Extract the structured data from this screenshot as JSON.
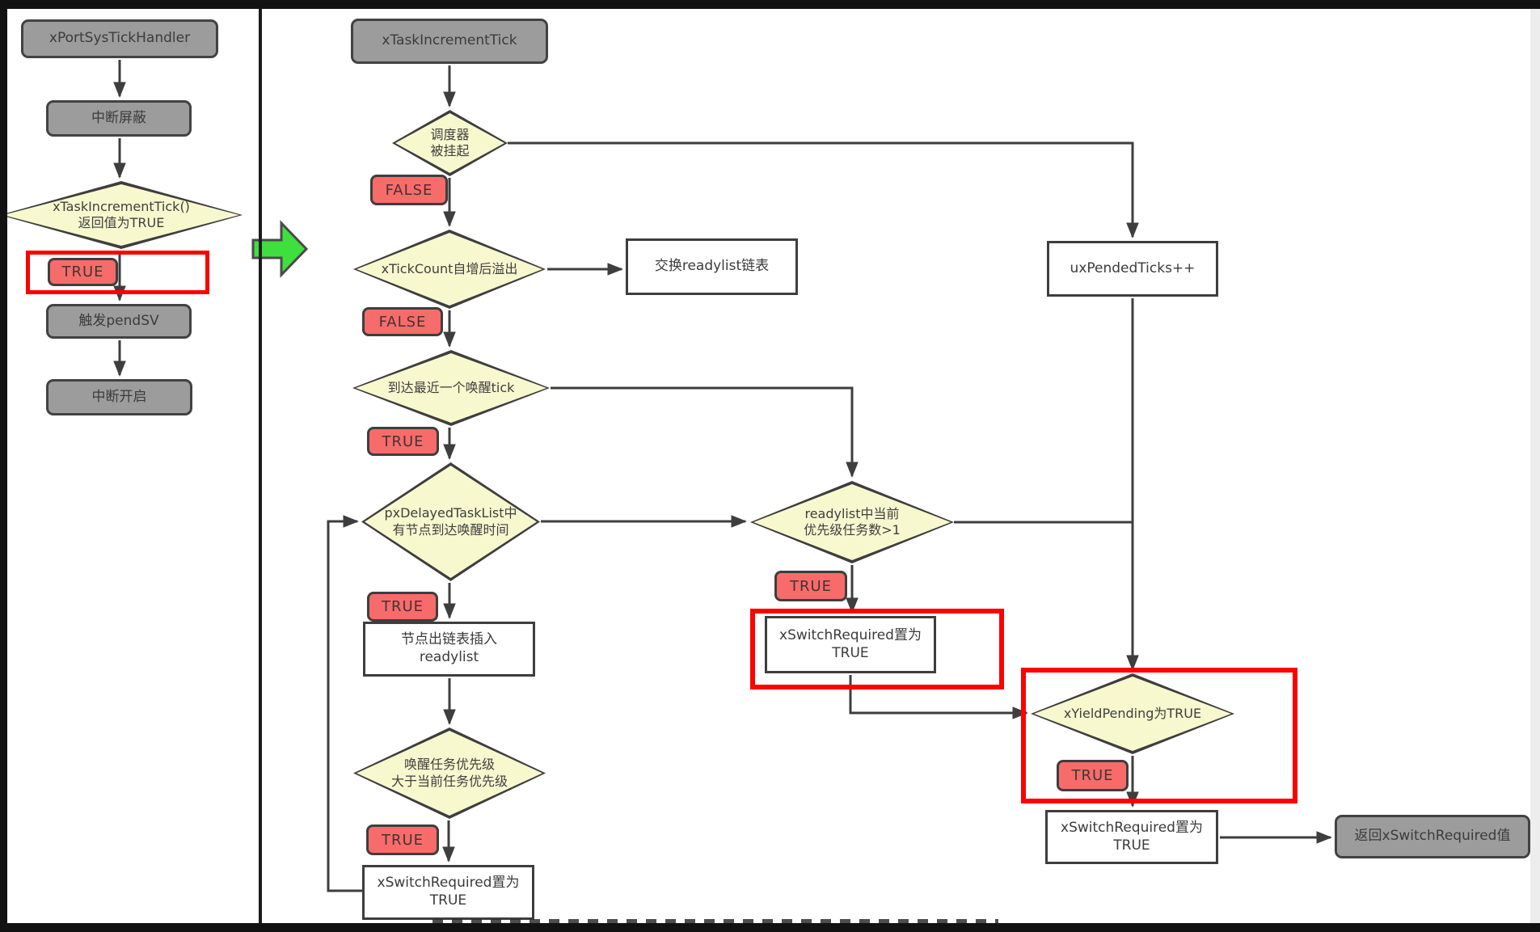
{
  "labels": {
    "true": "TRUE",
    "false": "FALSE"
  },
  "colors": {
    "decision_fill": "#f8f8cf",
    "process_fill": "#9c9c9c",
    "io_fill": "#ffffff",
    "badge_fill": "#f76c6a",
    "highlight_red": "#fb0200",
    "connector": "#3e3e3e",
    "green_arrow": "#3fdf3f"
  },
  "left_flow": {
    "handler": "xPortSysTickHandler",
    "interrupt_mask": "中断屏蔽",
    "increment_tick_decision": "xTaskIncrementTick()\n返回值为TRUE",
    "trigger_pendsv": "触发pendSV",
    "interrupt_enable": "中断开启"
  },
  "main_flow": {
    "entry": "xTaskIncrementTick",
    "scheduler_suspended": "调度器\n被挂起",
    "tick_overflow": "xTickCount自增后溢出",
    "swap_readylist": "交换readylist链表",
    "reached_wake_tick": "到达最近一个唤醒tick",
    "delayed_list_has_wake": "pxDelayedTaskList中\n有节点到达唤醒时间",
    "move_node_to_readylist": "节点出链表插入\nreadylist",
    "woken_priority_higher": "唤醒任务优先级\n大于当前任务优先级",
    "set_switch_required": "xSwitchRequired置为\nTRUE"
  },
  "right_flow": {
    "pended_ticks": "uxPendedTicks++",
    "readylist_count": "readylist中当前\n优先级任务数>1",
    "set_switch_required": "xSwitchRequired置为\nTRUE",
    "yield_pending": "xYieldPending为TRUE",
    "set_switch_required_final": "xSwitchRequired置为\nTRUE",
    "return_value": "返回xSwitchRequired值"
  }
}
